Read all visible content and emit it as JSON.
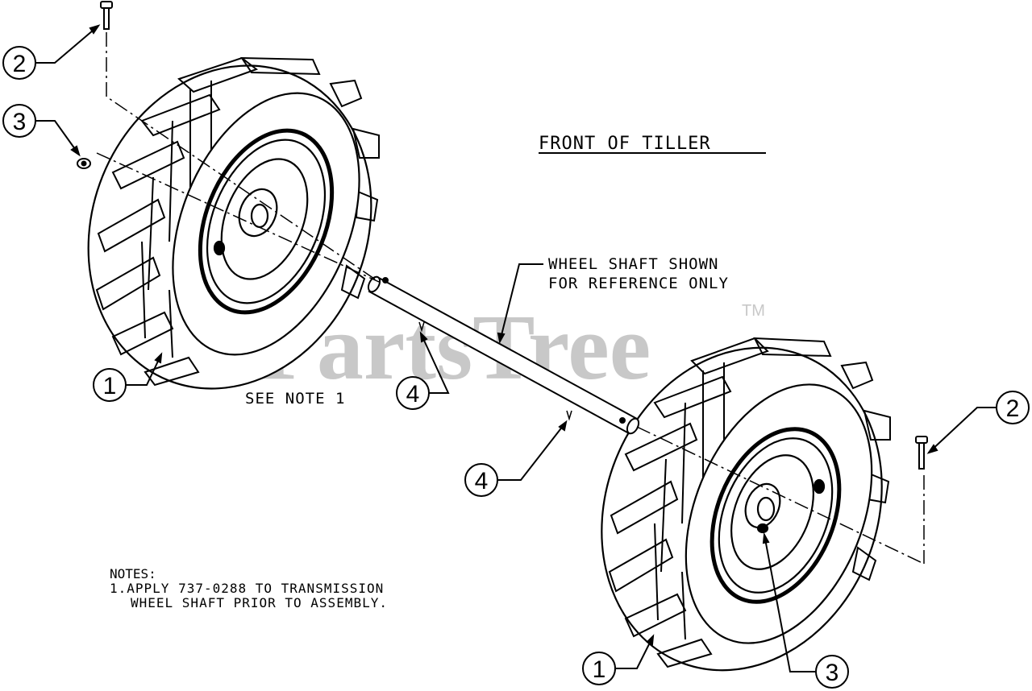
{
  "watermark": {
    "text": "PartsTree",
    "tm": "TM"
  },
  "heading": "FRONT OF TILLER",
  "shaft_note": {
    "line1": "WHEEL SHAFT SHOWN",
    "line2": "FOR REFERENCE ONLY"
  },
  "see_note": "SEE NOTE 1",
  "notes": {
    "title": "NOTES:",
    "line1": "1.APPLY 737-0288 TO TRANSMISSION",
    "line2": "WHEEL SHAFT PRIOR TO ASSEMBLY."
  },
  "callouts": {
    "top_left_bolt": "2",
    "left_nut": "3",
    "left_wheel": "1",
    "pin_upper": "4",
    "pin_lower": "4",
    "right_bolt": "2",
    "right_wheel": "1",
    "right_nut": "3"
  }
}
